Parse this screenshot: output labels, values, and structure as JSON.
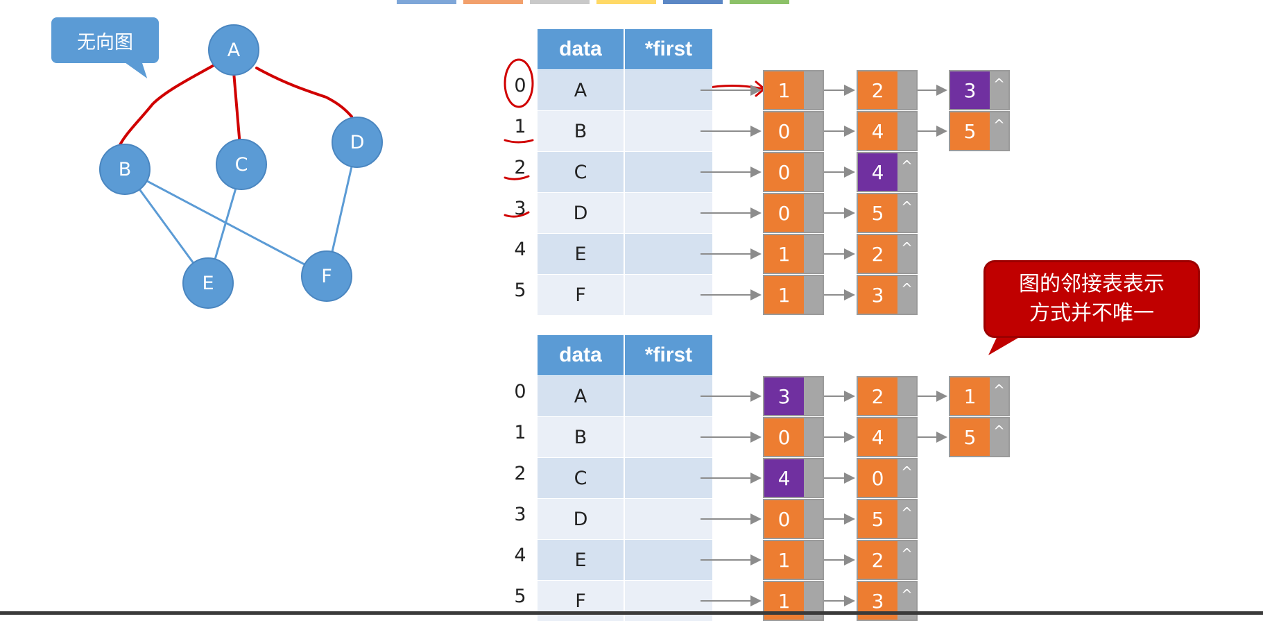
{
  "callout_graph_type": "无向图",
  "graph": {
    "nodes": [
      "A",
      "B",
      "C",
      "D",
      "E",
      "F"
    ],
    "edges": [
      [
        "A",
        "B"
      ],
      [
        "A",
        "C"
      ],
      [
        "A",
        "D"
      ],
      [
        "B",
        "E"
      ],
      [
        "B",
        "F"
      ],
      [
        "C",
        "E"
      ],
      [
        "D",
        "F"
      ]
    ]
  },
  "table_top": {
    "header": {
      "data": "data",
      "first": "*first"
    },
    "rows": [
      {
        "index": "0",
        "data": "A",
        "adj": [
          "1",
          "2",
          "3"
        ],
        "null_mark": "^"
      },
      {
        "index": "1",
        "data": "B",
        "adj": [
          "0",
          "4",
          "5"
        ],
        "null_mark": "^"
      },
      {
        "index": "2",
        "data": "C",
        "adj": [
          "0",
          "4"
        ],
        "null_mark": "^"
      },
      {
        "index": "3",
        "data": "D",
        "adj": [
          "0",
          "5"
        ],
        "null_mark": "^"
      },
      {
        "index": "4",
        "data": "E",
        "adj": [
          "1",
          "2"
        ],
        "null_mark": "^"
      },
      {
        "index": "5",
        "data": "F",
        "adj": [
          "1",
          "3"
        ],
        "null_mark": "^"
      }
    ]
  },
  "table_bottom": {
    "header": {
      "data": "data",
      "first": "*first"
    },
    "rows": [
      {
        "index": "0",
        "data": "A",
        "adj": [
          "3",
          "2",
          "1"
        ],
        "null_mark": "^"
      },
      {
        "index": "1",
        "data": "B",
        "adj": [
          "0",
          "4",
          "5"
        ],
        "null_mark": "^"
      },
      {
        "index": "2",
        "data": "C",
        "adj": [
          "4",
          "0"
        ],
        "null_mark": "^"
      },
      {
        "index": "3",
        "data": "D",
        "adj": [
          "0",
          "5"
        ],
        "null_mark": "^"
      },
      {
        "index": "4",
        "data": "E",
        "adj": [
          "1",
          "2"
        ],
        "null_mark": "^"
      },
      {
        "index": "5",
        "data": "F",
        "adj": [
          "1",
          "3"
        ],
        "null_mark": "^"
      }
    ]
  },
  "note_callout": {
    "line1": "图的邻接表表示",
    "line2": "方式并不唯一"
  },
  "colors": {
    "node_blue": "#5b9bd5",
    "orange": "#ed7d31",
    "purple": "#7030a0",
    "pointer_gray": "#a6a6a6",
    "annotation_red": "#d00000",
    "note_red": "#c00000"
  }
}
